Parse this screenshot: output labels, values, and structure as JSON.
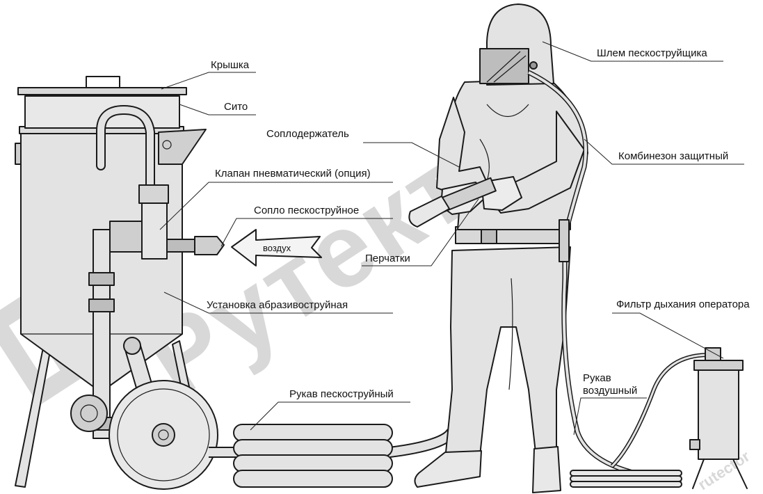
{
  "watermark": {
    "text": "Рутектор",
    "small_text": "rutector"
  },
  "labels": {
    "lid": "Крышка",
    "sieve": "Сито",
    "pneumatic_valve": "Клапан пневматический (опция)",
    "nozzle": "Сопло пескоструйное",
    "air": "воздух",
    "blasting_unit": "Установка абразивоструйная",
    "blasting_hose": "Рукав пескоструйный",
    "helmet": "Шлем пескоструйщика",
    "nozzle_holder": "Соплодержатель",
    "coverall": "Комбинезон защитный",
    "gloves": "Перчатки",
    "breathing_filter": "Фильтр дыхания оператора",
    "air_hose_line1": "Рукав",
    "air_hose_line2": "воздушный"
  },
  "colors": {
    "fill": "#e3e3e3",
    "dark_fill": "#b5b5b5",
    "outline": "#1a1a1a",
    "watermark": "#d8d8d8"
  }
}
